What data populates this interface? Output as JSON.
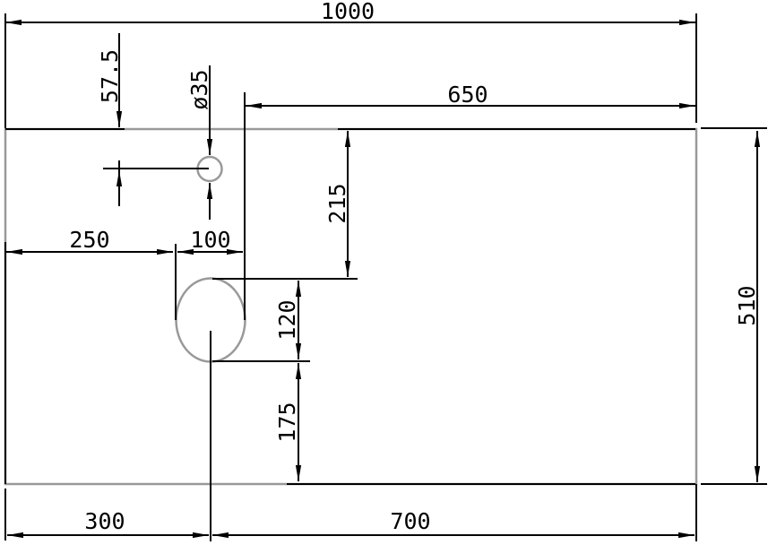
{
  "drawing": {
    "kind": "cad-dimension-drawing",
    "colors": {
      "dimension_lines": "#000000",
      "part_outline": "#999999"
    },
    "panel": {
      "width_label": "1000",
      "height_label": "510"
    },
    "dims": {
      "total_width": "1000",
      "right_span": "650",
      "faucet_offset_top": "57.5",
      "faucet_diameter": "ø35",
      "left_span": "250",
      "cutout_width": "100",
      "top_to_cutout": "215",
      "cutout_height": "120",
      "cutout_to_bottom": "175",
      "total_height": "510",
      "bottom_left_span": "300",
      "bottom_right_span": "700"
    }
  }
}
